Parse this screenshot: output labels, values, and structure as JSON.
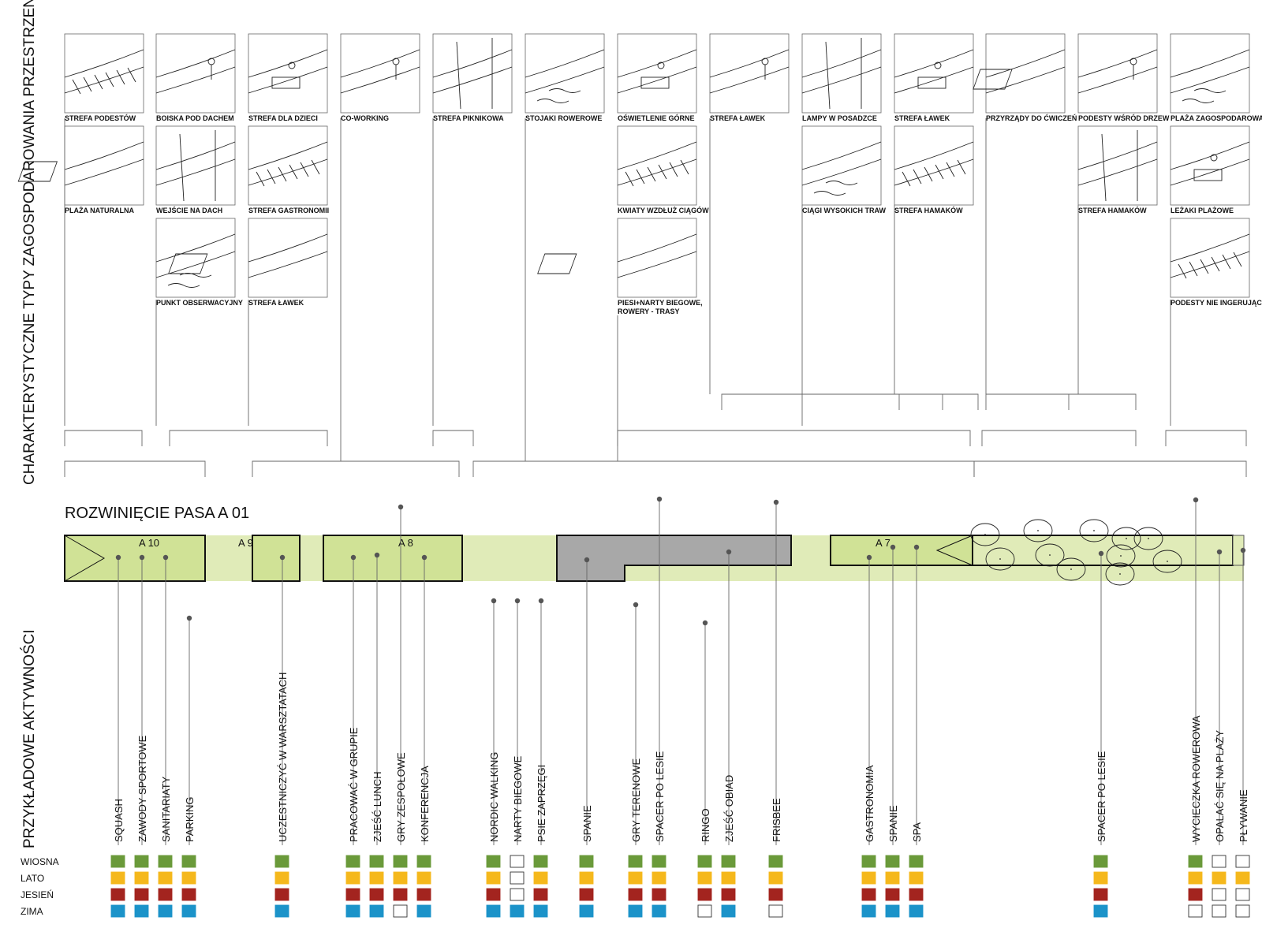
{
  "side_title_top": "CHARAKTERYSTYCZNE TYPY ZAGOSPODAROWANIA PRZESTRZENI",
  "side_title_bottom": "PRZYKŁADOWE AKTYWNOŚCI",
  "strip_title": "ROZWINIĘCIE PASA  A 01",
  "zones": [
    "A 10",
    "A 9",
    "A 8",
    "A 7"
  ],
  "seasons": [
    "WIOSNA",
    "LATO",
    "JESIEŃ",
    "ZIMA"
  ],
  "season_colors": [
    "#6a9a3a",
    "#f5b81c",
    "#a3241f",
    "#1b93c9"
  ],
  "strip_colors": {
    "light": "#e0ebb8",
    "mid": "#d0e296",
    "grey": "#a8a8a8"
  },
  "columns": [
    [
      "STREFA PODESTÓW",
      "PLAŻA NATURALNA"
    ],
    [
      "BOISKA POD DACHEM",
      "WEJŚCIE NA DACH",
      "PUNKT OBSERWACYJNY"
    ],
    [
      "STREFA DLA DZIECI",
      "STREFA GASTRONOMII",
      "STREFA ŁAWEK"
    ],
    [
      "CO-WORKING"
    ],
    [
      "STREFA PIKNIKOWA"
    ],
    [
      "STOJAKI ROWEROWE"
    ],
    [
      "OŚWIETLENIE GÓRNE",
      "KWIATY WZDŁUŻ CIĄGÓW",
      "PIESI+NARTY BIEGOWE, ROWERY - TRASY"
    ],
    [
      "STREFA ŁAWEK"
    ],
    [
      "LAMPY W POSADZCE",
      "CIĄGI WYSOKICH TRAW"
    ],
    [
      "STREFA ŁAWEK",
      "STREFA HAMAKÓW"
    ],
    [
      "PRZYRZĄDY DO ĆWICZEŃ"
    ],
    [
      "PODESTY WŚRÓD DRZEW",
      "STREFA HAMAKÓW"
    ],
    [
      "PLAŻA ZAGOSPODAROWANA",
      "LEŻAKI PLAŻOWE",
      "PODESTY NIE INGERUJĄCE"
    ]
  ],
  "activities": [
    {
      "label": "SQUASH",
      "seasons": [
        1,
        1,
        1,
        1
      ]
    },
    {
      "label": "ZAWODY SPORTOWE",
      "seasons": [
        1,
        1,
        1,
        1
      ]
    },
    {
      "label": "SANITARIATY",
      "seasons": [
        1,
        1,
        1,
        1
      ]
    },
    {
      "label": "PARKING",
      "seasons": [
        1,
        1,
        1,
        1
      ]
    },
    {
      "label": "UCZESTNICZYĆ W WARSZTATACH",
      "seasons": [
        1,
        1,
        1,
        1
      ]
    },
    {
      "label": "PRACOWAĆ W GRUPIE",
      "seasons": [
        1,
        1,
        1,
        1
      ]
    },
    {
      "label": "ZJEŚĆ LUNCH",
      "seasons": [
        1,
        1,
        1,
        1
      ]
    },
    {
      "label": "GRY ZESPOŁOWE",
      "seasons": [
        1,
        1,
        1,
        0
      ]
    },
    {
      "label": "KONFERENCJA",
      "seasons": [
        1,
        1,
        1,
        1
      ]
    },
    {
      "label": "NORDIC WALKING",
      "seasons": [
        1,
        1,
        1,
        1
      ]
    },
    {
      "label": "NARTY BIEGOWE",
      "seasons": [
        0,
        0,
        0,
        1
      ]
    },
    {
      "label": "PSIE ZAPRZĘGI",
      "seasons": [
        1,
        1,
        1,
        1
      ]
    },
    {
      "label": "SPANIE",
      "seasons": [
        1,
        1,
        1,
        1
      ]
    },
    {
      "label": "GRY TERENOWE",
      "seasons": [
        1,
        1,
        1,
        1
      ]
    },
    {
      "label": "SPACER PO LESIE",
      "seasons": [
        1,
        1,
        1,
        1
      ]
    },
    {
      "label": "RINGO",
      "seasons": [
        1,
        1,
        1,
        0
      ]
    },
    {
      "label": "ZJEŚĆ OBIAD",
      "seasons": [
        1,
        1,
        1,
        1
      ]
    },
    {
      "label": "FRISBEE",
      "seasons": [
        1,
        1,
        1,
        0
      ]
    },
    {
      "label": "GASTRONOMIA",
      "seasons": [
        1,
        1,
        1,
        1
      ]
    },
    {
      "label": "SPANIE",
      "seasons": [
        1,
        1,
        1,
        1
      ]
    },
    {
      "label": "SPA",
      "seasons": [
        1,
        1,
        1,
        1
      ]
    },
    {
      "label": "SPACER PO LESIE",
      "seasons": [
        1,
        1,
        1,
        1
      ]
    },
    {
      "label": "WYCIECZKA ROWEROWA",
      "seasons": [
        1,
        1,
        1,
        0
      ]
    },
    {
      "label": "OPALAĆ SIĘ  NA PLAŻY",
      "seasons": [
        0,
        1,
        0,
        0
      ]
    },
    {
      "label": "PŁYWANIE",
      "seasons": [
        0,
        1,
        0,
        0
      ]
    }
  ]
}
